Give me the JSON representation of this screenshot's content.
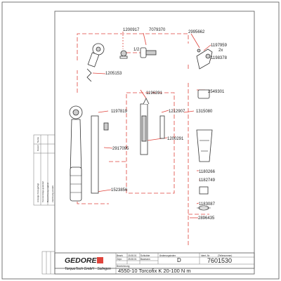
{
  "parts": {
    "p1200917": "1200917",
    "p1_2": "1/2",
    "p7079370": "7079370",
    "p2995662": "2995662",
    "p1197959": "1197959",
    "p2x": "2x",
    "p1198378": "1198378",
    "p1205153": "1205153",
    "p2549301": "2549301",
    "p1196391": "1196391",
    "p1315080": "1315080",
    "p1197819": "1197819",
    "p1212907": "1212907",
    "p1200291": "1200291",
    "p2917095": "2917095",
    "p1180266": "1180266",
    "p1182749": "1182749",
    "p1523856": "1523856",
    "p1183087": "1183087",
    "p2896435": "2896435"
  },
  "title_block": {
    "bearb_label": "Bearb.",
    "bearb_date": "15.08.01",
    "bearb_name": "Schlubbe",
    "gepr_label": "Gepr.",
    "gepr_date": "25.08.01",
    "gepr_name": "Baumann",
    "index_label": "Änderungsindex",
    "index_value": "D",
    "ident_label": "Ident.-Nr.",
    "ident_sub": "(Teilenummer)",
    "ident_value": "7601530",
    "bez_label": "Bezeichnung",
    "title": "4550-10 Torcofix K  20-100 N m",
    "logo": "GEDORE",
    "company": "TorqueTech GmbH · Solingen"
  },
  "revisions": {
    "rows": [
      "Anzeige hinzugefügt",
      "Text-Einträge geändert",
      "Bezeichnung ergänzt",
      "Zeichnung erstellt"
    ],
    "col_date": "Datum",
    "col_name": "Name"
  }
}
